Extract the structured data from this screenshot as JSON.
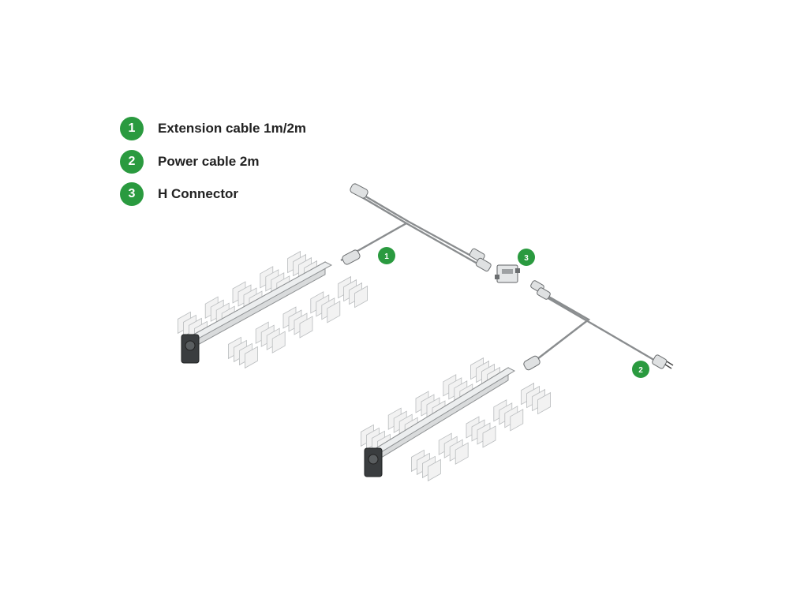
{
  "legend": {
    "items": [
      {
        "number": "1",
        "label": "Extension cable 1m/2m"
      },
      {
        "number": "2",
        "label": "Power cable 2m"
      },
      {
        "number": "3",
        "label": "H Connector"
      }
    ]
  },
  "callouts": {
    "extension": "1",
    "power": "2",
    "connector": "3"
  },
  "colors": {
    "accent": "#2a9a3f",
    "cable": "#8a8d8f",
    "fixture_body": "#d9dbdc",
    "fins": "#f2f2f2",
    "driver": "#3a3d3f"
  }
}
